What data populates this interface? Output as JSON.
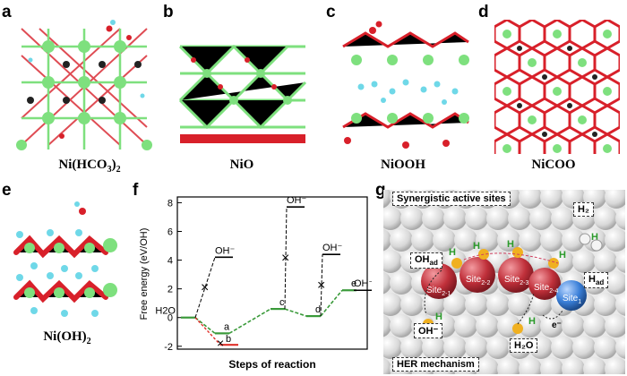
{
  "panels": {
    "a": {
      "letter": "a",
      "caption": "Ni(HCO",
      "sub": "3",
      "caption_end": ")",
      "sub2": "2"
    },
    "b": {
      "letter": "b",
      "caption": "NiO"
    },
    "c": {
      "letter": "c",
      "caption": "NiOOH"
    },
    "d": {
      "letter": "d",
      "caption": "NiCOO"
    },
    "e": {
      "letter": "e",
      "caption": "Ni(OH)",
      "sub": "2"
    },
    "f": {
      "letter": "f"
    },
    "g": {
      "letter": "g"
    }
  },
  "chart_data": {
    "type": "line",
    "ylabel": "Free energy (eV/OH)",
    "xlabel": "Steps of reaction",
    "ylim": [
      -2.2,
      8.4
    ],
    "yticks": [
      -2,
      0,
      2,
      4,
      6,
      8
    ],
    "series": [
      {
        "name": "main",
        "color": "#3a9a3a",
        "points": [
          {
            "label": "H2O",
            "y": 0
          },
          {
            "label": "a",
            "y": -1.1
          },
          {
            "label": "c",
            "y": 0.6
          },
          {
            "label": "d",
            "y": 0.1
          },
          {
            "label": "e",
            "y": 1.9
          }
        ]
      },
      {
        "name": "dissociation",
        "color": "#e0302a",
        "points": [
          {
            "label": "b",
            "y": -1.9
          }
        ]
      }
    ],
    "oh_levels": [
      {
        "from": "H2O",
        "y": 4.2,
        "label": "OH⁻"
      },
      {
        "from": "c",
        "y": 7.7,
        "label": "OH⁻"
      },
      {
        "from": "d",
        "y": 4.4,
        "label": "OH⁻"
      },
      {
        "from": "e",
        "y": 1.9,
        "label": "OH⁻"
      }
    ]
  },
  "g": {
    "title": "Synergistic active sites",
    "bottom": "HER mechanism",
    "oh_ad": "OH",
    "oh_ad_sub": "ad",
    "oh_minus": "OH⁻",
    "h2o": "H₂O",
    "h2": "H₂",
    "h_ad": "H",
    "h_ad_sub": "ad",
    "electron": "e⁻",
    "sites": [
      {
        "name": "Site",
        "sub": "2-1"
      },
      {
        "name": "Site",
        "sub": "2-2"
      },
      {
        "name": "Site",
        "sub": "2-3"
      },
      {
        "name": "Site",
        "sub": "2-4"
      },
      {
        "name": "Site",
        "sub": "1"
      }
    ],
    "h_labels": [
      "H",
      "H",
      "H",
      "H",
      "H",
      "H",
      "H"
    ]
  },
  "colors": {
    "ni": "#7ee07e",
    "o": "#d8202a",
    "c": "#222222",
    "h": "#6fd8e8",
    "green_line": "#3a9a3a",
    "red_line": "#e0302a",
    "site2": "#c0303a",
    "site1": "#3a7fd8"
  }
}
